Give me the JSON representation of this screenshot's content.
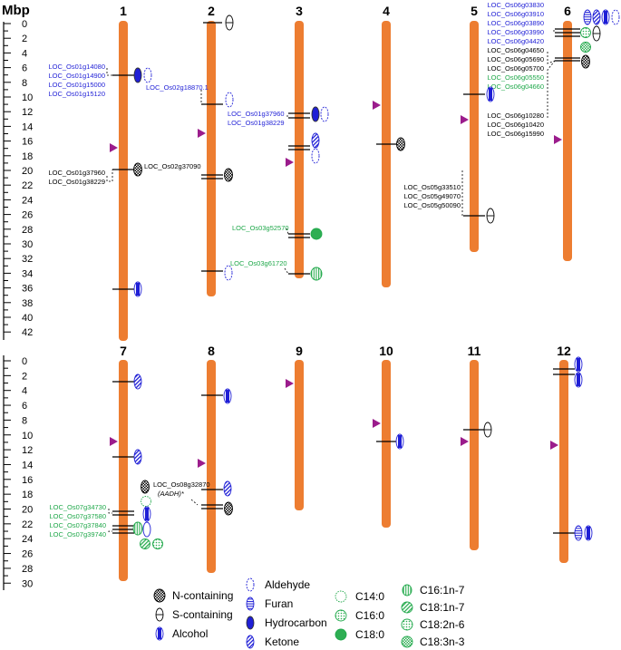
{
  "axis": {
    "unit": "Mbp",
    "top_ticks": [
      "0",
      "2",
      "4",
      "6",
      "8",
      "10",
      "12",
      "14",
      "16",
      "18",
      "20",
      "22",
      "24",
      "26",
      "28",
      "30",
      "32",
      "34",
      "36",
      "38",
      "40",
      "42"
    ],
    "bottom_ticks": [
      "0",
      "2",
      "4",
      "6",
      "8",
      "10",
      "12",
      "14",
      "16",
      "18",
      "20",
      "22",
      "24",
      "26",
      "28",
      "30"
    ]
  },
  "colors": {
    "chromosome": "#ED7D31",
    "centromere": "#9B1C8C",
    "blue_label": "#1F1FD6",
    "green_label": "#1FA84A",
    "black_label": "#000000",
    "alcohol_blue": "#1F1FD6",
    "fatty_green": "#2EAE53"
  },
  "chromosomes": {
    "c1": "1",
    "c2": "2",
    "c3": "3",
    "c4": "4",
    "c5": "5",
    "c6": "6",
    "c7": "7",
    "c8": "8",
    "c9": "9",
    "c10": "10",
    "c11": "11",
    "c12": "12"
  },
  "labels": {
    "ch1_hc": [
      "LOC_Os01g14080",
      "LOC_Os01g14900",
      "LOC_Os01g15000",
      "LOC_Os01g15120"
    ],
    "ch2_ald": [
      "LOC_Os02g18870.1"
    ],
    "ch1_n": [
      "LOC_Os01g37960",
      "LOC_Os01g38229"
    ],
    "ch2_n": [
      "LOC_Os02g37090"
    ],
    "ch3_hc": [
      "LOC_Os01g37960",
      "LOC_Os01g38229"
    ],
    "ch3_c18": [
      "LOC_Os03g52570"
    ],
    "ch3_c16": [
      "LOC_Os03g61720"
    ],
    "ch5": [
      "LOC_Os05g33510",
      "LOC_Os05g49070",
      "LOC_Os05g50090"
    ],
    "ch6_blue": [
      "LOC_Os06g03830",
      "LOC_Os06g03910",
      "LOC_Os06g03890",
      "LOC_Os06g03990",
      "LOC_Os06g04420"
    ],
    "ch6_black": [
      "LOC_Os06g04650",
      "LOC_Os06g05690",
      "LOC_Os06g05700"
    ],
    "ch6_green": [
      "LOC_Os06g05550",
      "LOC_Os06g04660"
    ],
    "ch6_low": [
      "LOC_Os06g10280",
      "LOC_Os06g10420",
      "LOC_Os06g15990"
    ],
    "ch7": [
      "LOC_Os07g34730",
      "LOC_Os07g37580",
      "LOC_Os07g37840",
      "LOC_Os07g39740"
    ],
    "ch8_a": "LOC_Os08g32870",
    "ch8_b": "(AADH)*"
  },
  "legend": {
    "n_containing": "N-containing",
    "s_containing": "S-containing",
    "alcohol": "Alcohol",
    "aldehyde": "Aldehyde",
    "furan": "Furan",
    "hydrocarbon": "Hydrocarbon",
    "ketone": "Ketone",
    "c14_0": "C14:0",
    "c16_0": "C16:0",
    "c18_0": "C18:0",
    "c16_1": "C16:1n-7",
    "c18_1": "C18:1n-7",
    "c18_2": "C18:2n-6",
    "c18_3": "C18:3n-3"
  },
  "icon_names": [
    "n-containing-icon",
    "s-containing-icon",
    "alcohol-icon",
    "aldehyde-icon",
    "furan-icon",
    "hydrocarbon-icon",
    "ketone-icon",
    "c14-icon",
    "c16-0-icon",
    "c18-0-icon",
    "c16-1-icon",
    "c18-1-icon",
    "c18-2-icon",
    "c18-3-icon"
  ]
}
